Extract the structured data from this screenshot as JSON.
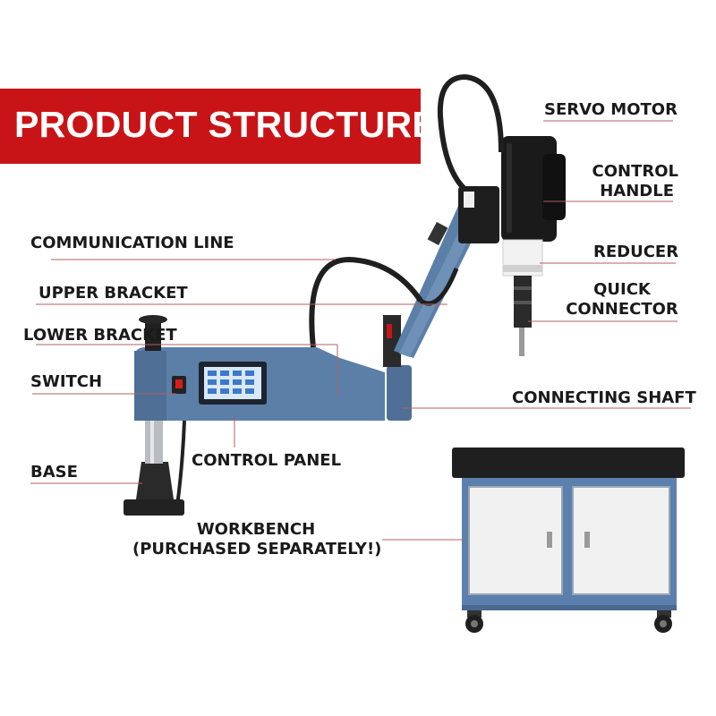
{
  "title": "PRODUCT STRUCTURE",
  "colors": {
    "banner": "#c81417",
    "machine_blue": "#5c7fa8",
    "machine_dark": "#1c1c1c",
    "leader_line": "#b06060"
  },
  "labels": {
    "servo_motor": "SERVO MOTOR",
    "control_handle_1": "CONTROL",
    "control_handle_2": "HANDLE",
    "communication_line": "COMMUNICATION LINE",
    "reducer": "REDUCER",
    "upper_bracket": "UPPER BRACKET",
    "quick_connector_1": "QUICK",
    "quick_connector_2": "CONNECTOR",
    "lower_bracket": "LOWER BRACKET",
    "switch": "SWITCH",
    "connecting_shaft": "CONNECTING SHAFT",
    "base": "BASE",
    "control_panel": "CONTROL PANEL",
    "workbench_1": "WORKBENCH",
    "workbench_2": "(PURCHASED SEPARATELY!)"
  },
  "icons": [
    "tapping-machine-illustration",
    "workbench-cabinet-illustration"
  ]
}
